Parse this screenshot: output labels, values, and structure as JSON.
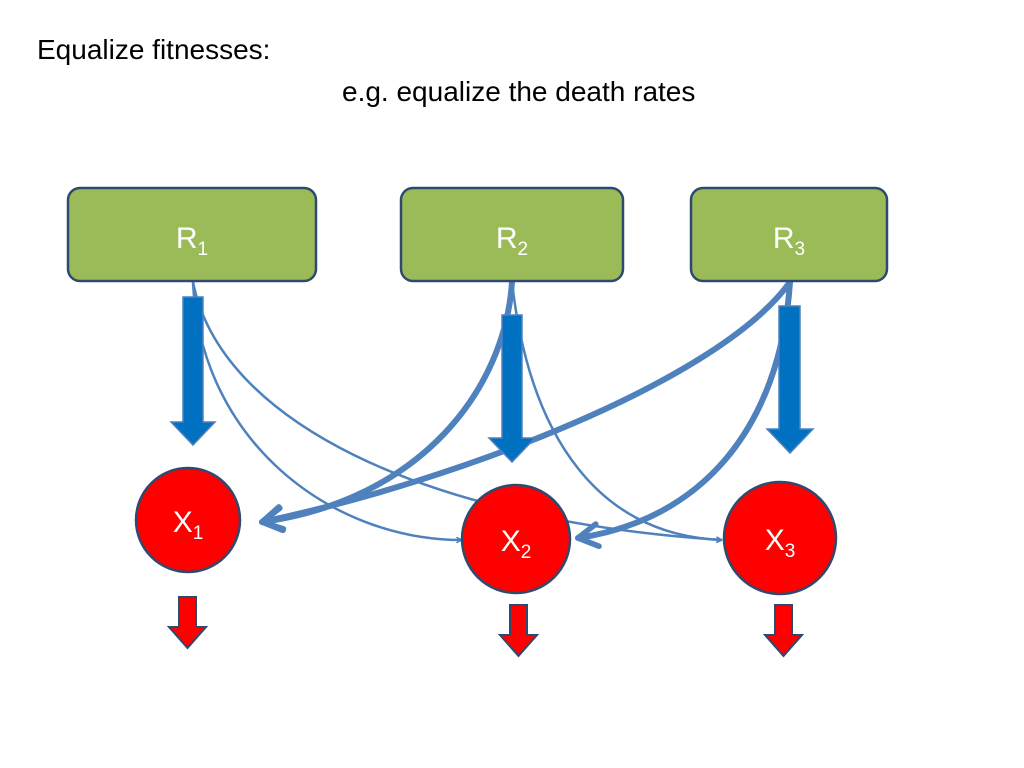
{
  "title": "Equalize fitnesses:",
  "subtitle": "e.g. equalize the death rates",
  "resources": [
    {
      "letter": "R",
      "index": "1"
    },
    {
      "letter": "R",
      "index": "2"
    },
    {
      "letter": "R",
      "index": "3"
    }
  ],
  "species": [
    {
      "letter": "X",
      "index": "1"
    },
    {
      "letter": "X",
      "index": "2"
    },
    {
      "letter": "X",
      "index": "3"
    }
  ],
  "colors": {
    "resource_fill": "#9BBB59",
    "resource_stroke": "#2F4A6E",
    "species_fill": "#FF0000",
    "species_stroke": "#2F4A6E",
    "flow_arrow": "#0070C0",
    "curve_arrow": "#4F81BD",
    "death_arrow": "#FF0000"
  }
}
